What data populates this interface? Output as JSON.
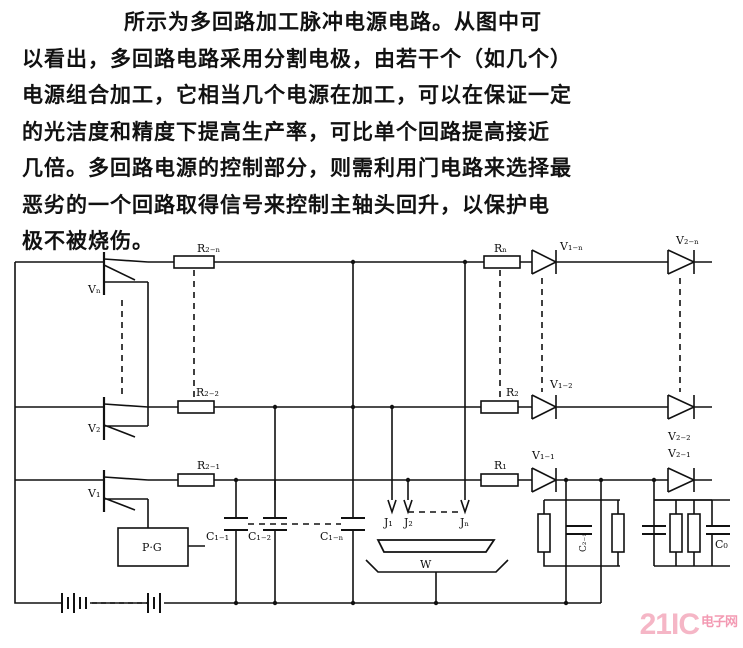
{
  "description": {
    "lines": [
      "所示为多回路加工脉冲电源电路。从图中可",
      "以看出，多回路电路采用分割电极，由若干个（如几个）",
      "电源组合加工，它相当几个电源在加工，可以在保证一定",
      "的光洁度和精度下提高生产率，可比单个回路提高接近",
      "几倍。多回路电源的控制部分，则需利用门电路来选择最",
      "恶劣的一个回路取得信号来控制主轴头回升，以保护电",
      "极不被烧伤。"
    ]
  },
  "circuit": {
    "labels": {
      "vn": "Vₙ",
      "v2": "V₂",
      "v1": "V₁",
      "r2n": "R₂₋ₙ",
      "r22": "R₂₋₂",
      "r21": "R₂₋₁",
      "rn": "Rₙ",
      "r2": "R₂",
      "r1": "R₁",
      "v1n": "V₁₋ₙ",
      "v12": "V₁₋₂",
      "v11": "V₁₋₁",
      "v2n": "V₂₋ₙ",
      "v22": "V₂₋₂",
      "v21": "V₂₋₁",
      "c11": "C₁₋₁",
      "c12": "C₁₋₂",
      "c1n": "C₁₋ₙ",
      "c21": "C₂₋₁",
      "c0": "C₀",
      "j1": "J₁",
      "j2": "J₂",
      "jn": "Jₙ",
      "w": "W",
      "pg": "P·G"
    }
  },
  "watermark": {
    "brand": "21IC",
    "suffix": "电子网"
  }
}
